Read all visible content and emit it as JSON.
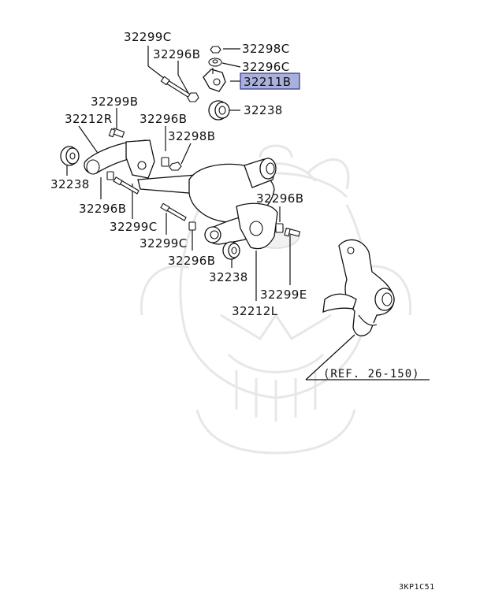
{
  "labels": {
    "bolt_top": "32299C",
    "nut_top": "32296B",
    "nut_small_top": "32298C",
    "washer_top": "32296C",
    "bracket_highlighted": "32211B",
    "bushing_top": "32238",
    "bolt_left": "32299B",
    "arm_right": "32212R",
    "nut_mid": "32296B",
    "nut_small_mid": "32298B",
    "bushing_left": "32238",
    "nut_left": "32296B",
    "bolt_left_long": "32299C",
    "nut_right": "32296B",
    "bolt_center": "32299C",
    "nut_center": "32296B",
    "bushing_center": "32238",
    "bolt_right": "32299E",
    "arm_left": "32212L",
    "reference": "(REF. 26-150)",
    "diagram_code": "3KP1C51"
  },
  "colors": {
    "highlight_fill": "#a9b0dc",
    "highlight_border": "#3b3f8f",
    "line": "#111111",
    "watermark": "#e7e7e7"
  }
}
